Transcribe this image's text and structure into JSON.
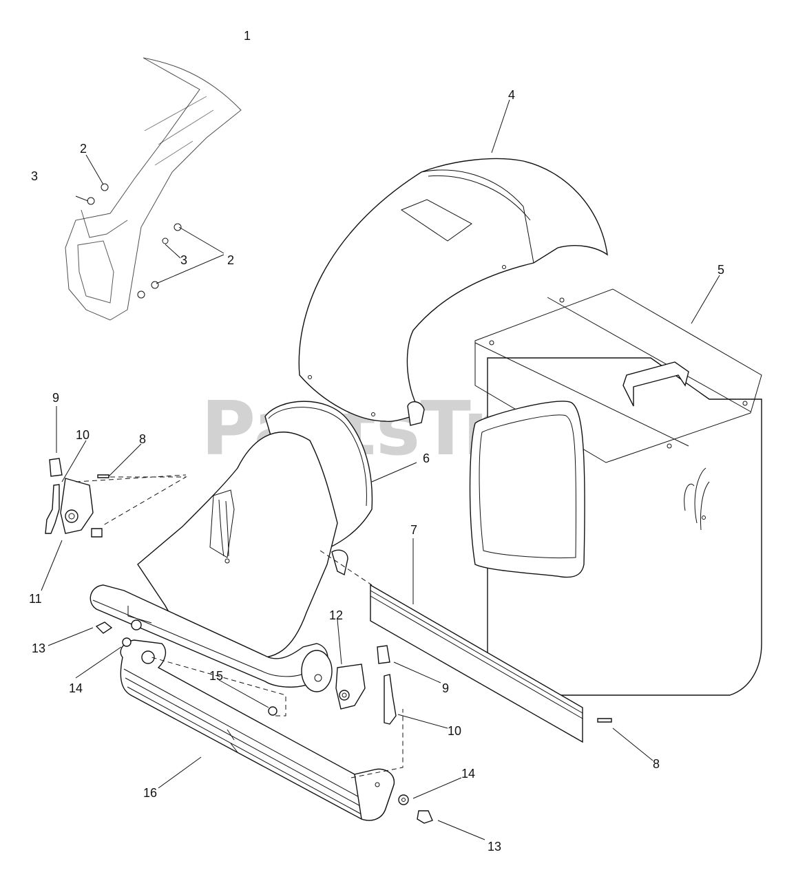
{
  "watermark": {
    "text": "PartsTree",
    "mark": "TM"
  },
  "callouts": [
    {
      "id": "c1",
      "label": "1"
    },
    {
      "id": "c2a",
      "label": "2"
    },
    {
      "id": "c3a",
      "label": "3"
    },
    {
      "id": "c3b",
      "label": "3"
    },
    {
      "id": "c2b",
      "label": "2"
    },
    {
      "id": "c4",
      "label": "4"
    },
    {
      "id": "c5",
      "label": "5"
    },
    {
      "id": "c9a",
      "label": "9"
    },
    {
      "id": "c10a",
      "label": "10"
    },
    {
      "id": "c8a",
      "label": "8"
    },
    {
      "id": "c6",
      "label": "6"
    },
    {
      "id": "c11",
      "label": "11"
    },
    {
      "id": "c7",
      "label": "7"
    },
    {
      "id": "c12",
      "label": "12"
    },
    {
      "id": "c13a",
      "label": "13"
    },
    {
      "id": "c14a",
      "label": "14"
    },
    {
      "id": "c15",
      "label": "15"
    },
    {
      "id": "c9b",
      "label": "9"
    },
    {
      "id": "c10b",
      "label": "10"
    },
    {
      "id": "c8b",
      "label": "8"
    },
    {
      "id": "c16",
      "label": "16"
    },
    {
      "id": "c14b",
      "label": "14"
    },
    {
      "id": "c13b",
      "label": "13"
    }
  ]
}
